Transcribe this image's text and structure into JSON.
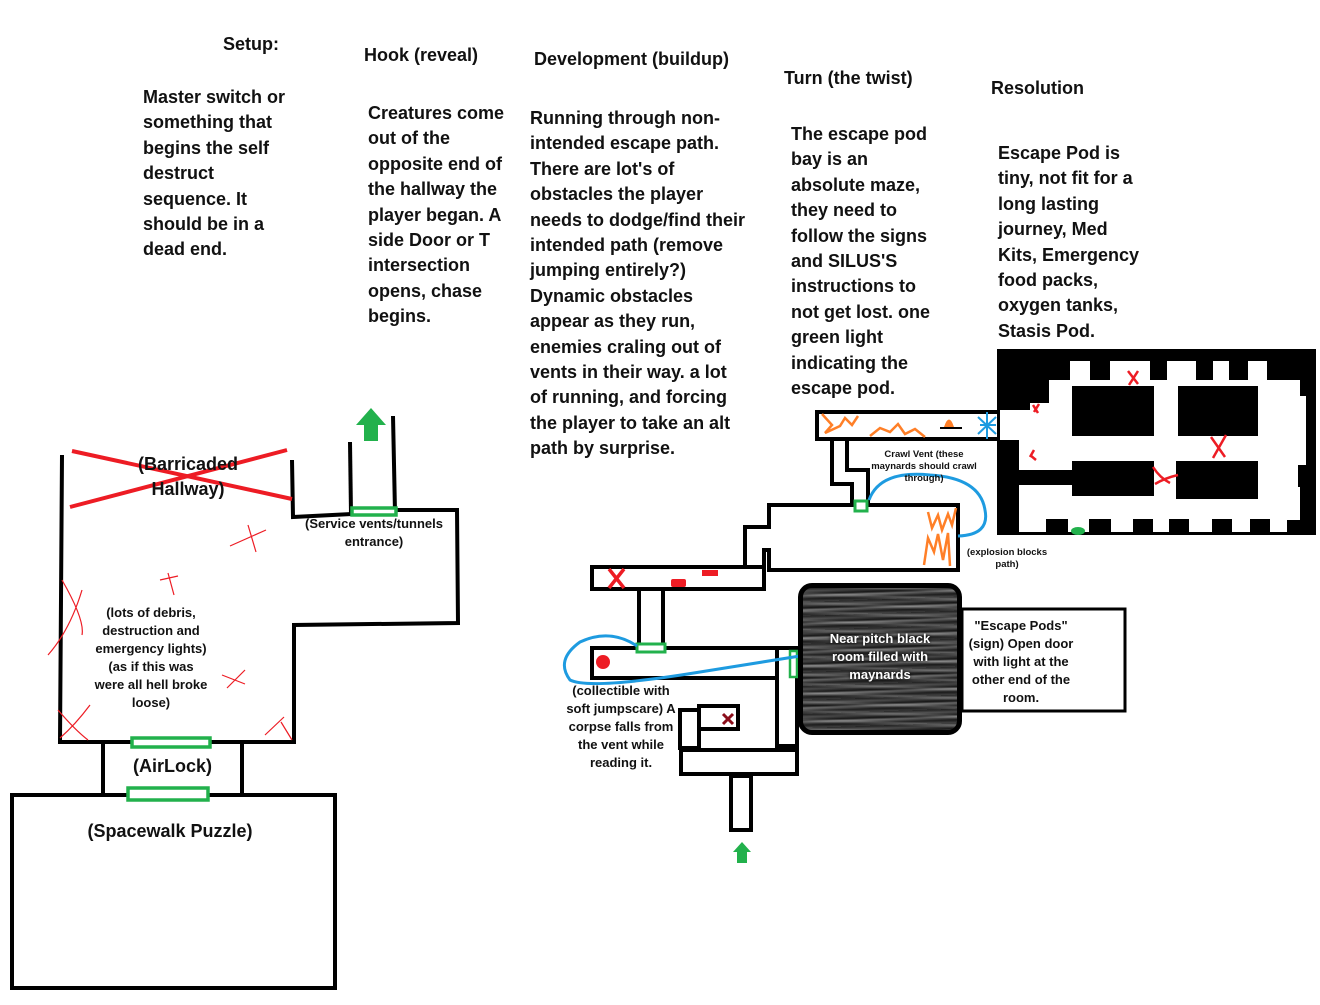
{
  "stages": [
    {
      "header": "Setup:",
      "body": "Master switch or something that begins the self destruct sequence. It should be in a dead end."
    },
    {
      "header": "Hook (reveal)",
      "body": "Creatures come out of the opposite end of the hallway the player began. A side Door or T intersection opens, chase begins."
    },
    {
      "header": "Development (buildup)",
      "body": "Running through non-intended escape path. There are lot's of obstacles the player needs to dodge/find their intended path (remove jumping entirely?) Dynamic obstacles appear as they run, enemies craling out of vents in their way. a lot of running, and forcing the player to take an alt path by surprise."
    },
    {
      "header": "Turn (the twist)",
      "body": "The escape pod bay is an absolute maze, they need to follow the signs and SILUS'S instructions to not get lost. one green light indicating the escape pod."
    },
    {
      "header": "Resolution",
      "body": "Escape Pod is tiny, not fit for a long lasting journey, Med Kits, Emergency food packs, oxygen tanks, Stasis Pod."
    }
  ],
  "map_left": {
    "barricaded": "(Barricaded Hallway)",
    "service_vents": "(Service vents/tunnels entrance)",
    "debris": "(lots of debris, destruction and emergency lights) (as if this was were all hell broke loose)",
    "airlock": "(AirLock)",
    "spacewalk": "(Spacewalk Puzzle)"
  },
  "map_right": {
    "crawl_vent": "Crawl Vent  (these maynards should crawl through)",
    "explosion": "(explosion blocks path)",
    "dark_room": "Near pitch black room filled with maynards",
    "escape_sign": "\"Escape Pods\" (sign) Open door with light at the other end of the room.",
    "collectible": "(collectible with soft jumpscare) A corpse falls from the vent while reading it."
  },
  "colors": {
    "wall": "#000000",
    "door": "#22b14c",
    "hazard": "#ed1c24",
    "path": "#1e9be0",
    "fire": "#ff7f27",
    "dark_x": "#8b0d1a"
  }
}
